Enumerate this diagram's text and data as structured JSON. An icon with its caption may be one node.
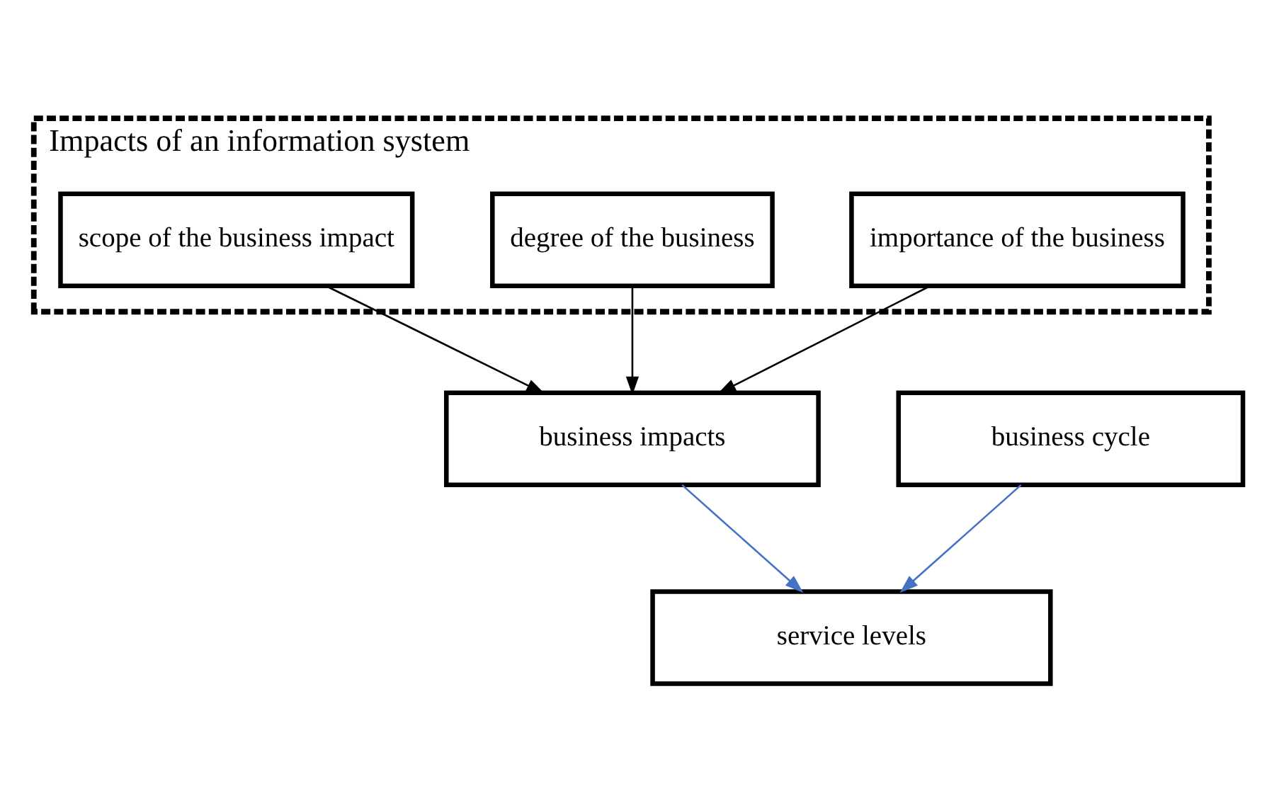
{
  "diagram": {
    "nodes": [
      {
        "text": [
          "Impacts of an information system"
        ]
      },
      {
        "text": [
          "importance of the business"
        ],
        "in": 0
      },
      {
        "text": [
          "degree of the business"
        ],
        "in": 0
      },
      {
        "text": [
          "scope of the business impact"
        ],
        "in": 0
      },
      {
        "text": [
          "business impacts"
        ]
      },
      {
        "text": [
          "business cycle"
        ]
      },
      {
        "text": [
          "service levels"
        ]
      }
    ],
    "edges": [
      {
        "from": 1,
        "to": 4,
        "arrow": "to"
      },
      {
        "from": 2,
        "to": 4,
        "arrow": "to"
      },
      {
        "from": 3,
        "to": 4,
        "arrow": "to"
      },
      {
        "from": 4,
        "to": 6,
        "arrow": "to",
        "color": "#4472c4"
      },
      {
        "from": 5,
        "to": 6,
        "arrow": "to",
        "color": "#4472c4"
      }
    ]
  }
}
